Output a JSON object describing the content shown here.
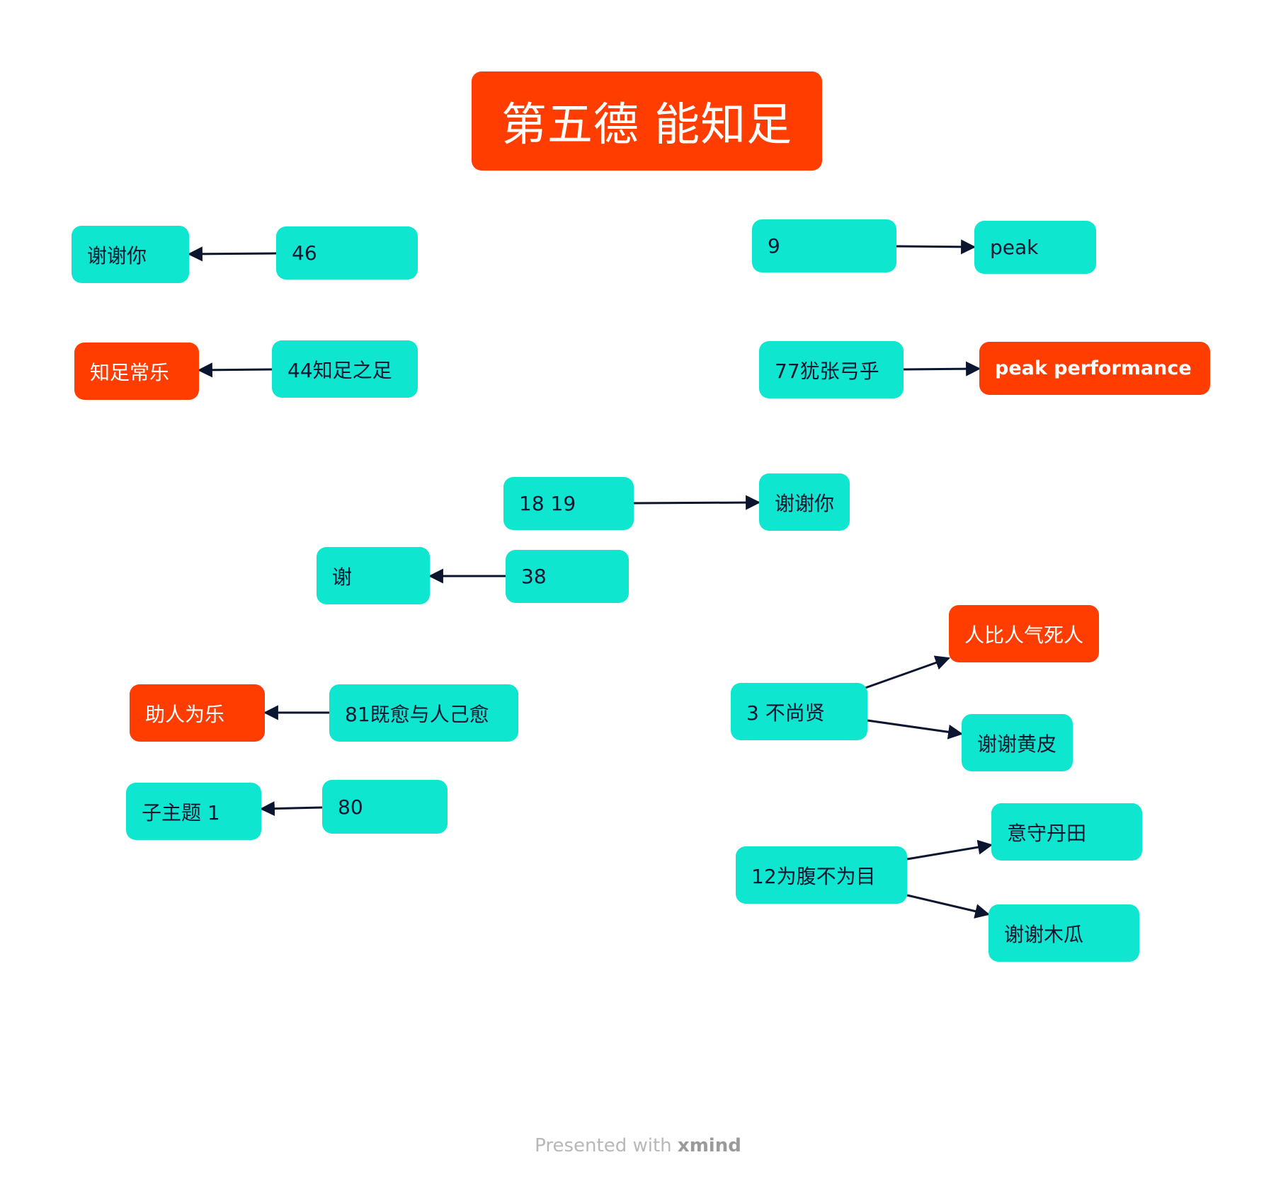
{
  "root": {
    "label": "第五德 能知足"
  },
  "nodes": {
    "n46": "46",
    "xiexieni_a": "谢谢你",
    "n44": "44知足之足",
    "zhizu": "知足常乐",
    "n9": "9",
    "peak": "peak",
    "n77": "77犹张弓乎",
    "peak_perf": "peak performance",
    "n1819": "18 19",
    "xiexieni_b": "谢谢你",
    "n38": "38",
    "xie": "谢",
    "n81": "81既愈与人己愈",
    "zhuren": "助人为乐",
    "n80": "80",
    "zizhuti": "子主题 1",
    "n3": "3 不尚贤",
    "renbi": "人比人气死人",
    "huangpi": "谢谢黄皮",
    "n12": "12为腹不为目",
    "yishou": "意守丹田",
    "mugua": "谢谢木瓜"
  },
  "footer": {
    "prefix": "Presented with ",
    "brand": "xmind"
  },
  "colors": {
    "teal": "#0ee6cf",
    "orange": "#ff3d00",
    "arrow": "#0b1530"
  }
}
